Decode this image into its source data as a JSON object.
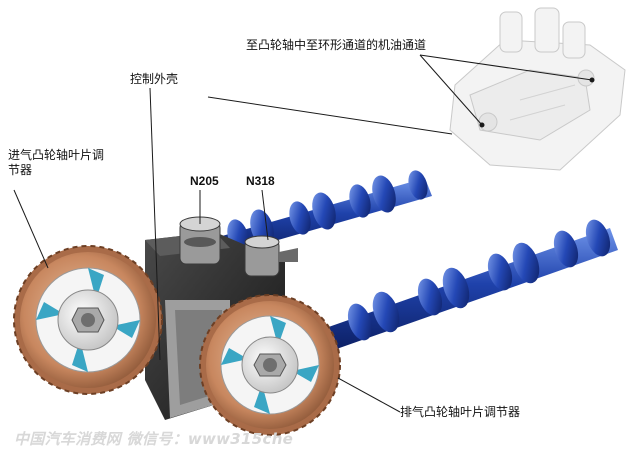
{
  "labels": {
    "channel": "至凸轮轴中至环形通道的机油通道",
    "housing": "控制外壳",
    "intake_adjuster": "进气凸轮轴叶片调节器",
    "n205": "N205",
    "n318": "N318",
    "exhaust_adjuster": "排气凸轮轴叶片调节器"
  },
  "watermark": "中国汽车消费网  微信号：www315che",
  "colors": {
    "camshaft": "#1d3fa6",
    "camshaft_light": "#5a83e0",
    "sprocket": "#c98a63",
    "vane": "#33a6c4",
    "housing": "#2b2b2b",
    "label_line": "#1a1a1a"
  }
}
